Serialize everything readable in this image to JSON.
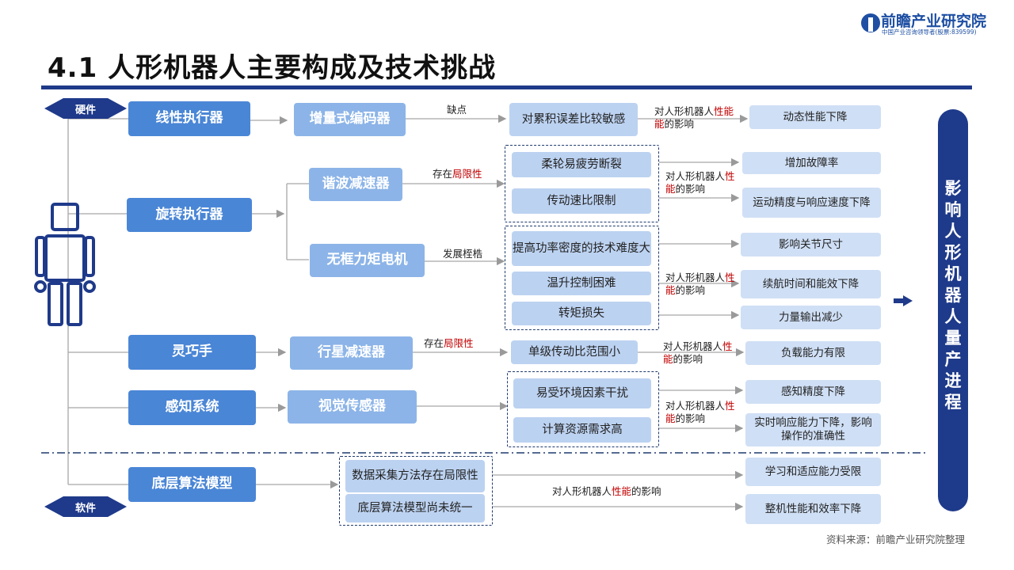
{
  "title": "4.1 人形机器人主要构成及技术挑战",
  "logo": {
    "name": "前瞻产业研究院",
    "sub": "中国产业咨询领导者(股票:839599)"
  },
  "hardware_label": "硬件",
  "software_label": "软件",
  "components": {
    "c1": "线性执行器",
    "c2": "旋转执行器",
    "c3": "灵巧手",
    "c4": "感知系统",
    "c5": "底层算法模型"
  },
  "parts": {
    "p1": "增量式编码器",
    "p2": "谐波减速器",
    "p3": "无框力矩电机",
    "p4": "行星减速器",
    "p5": "视觉传感器"
  },
  "problems": {
    "q1": "对累积误差比较敏感",
    "q2": "柔轮易疲劳断裂",
    "q3": "传动速比限制",
    "q4": "提高功率密度的技术难度大",
    "q5": "温升控制困难",
    "q6": "转矩损失",
    "q7": "单级传动比范围小",
    "q8": "易受环境因素干扰",
    "q9": "计算资源需求高",
    "q10": "数据采集方法存在局限性",
    "q11": "底层算法模型尚未统一"
  },
  "effects": {
    "e1": "动态性能下降",
    "e2": "增加故障率",
    "e3": "运动精度与响应速度下降",
    "e4": "影响关节尺寸",
    "e5": "续航时间和能效下降",
    "e6": "力量输出减少",
    "e7": "负载能力有限",
    "e8": "感知精度下降",
    "e9": "实时响应能力下降，影响操作的准确性",
    "e10": "学习和适应能力受限",
    "e11": "整机性能和效率下降"
  },
  "edge_labels": {
    "defect": "缺点",
    "exists": "存在",
    "limitation": "局限性",
    "dev_bottleneck": "发展桎梏",
    "impact_prefix": "对人形机器人",
    "impact_key": "性能",
    "impact_suffix": "的影响",
    "impact_line1": "对人形机器人",
    "impact_line2": "能",
    "impact_line2_suffix": "的影响",
    "impact_tail": "性"
  },
  "outcome": "影响人形机器人量产进程",
  "source": "资料来源：前瞻产业研究院整理",
  "colors": {
    "navy": "#1e3a8a",
    "dark_box": "#4a86d6",
    "mid_box": "#8cb4e8",
    "light_box": "#bcd2f1",
    "red": "#c00000"
  }
}
